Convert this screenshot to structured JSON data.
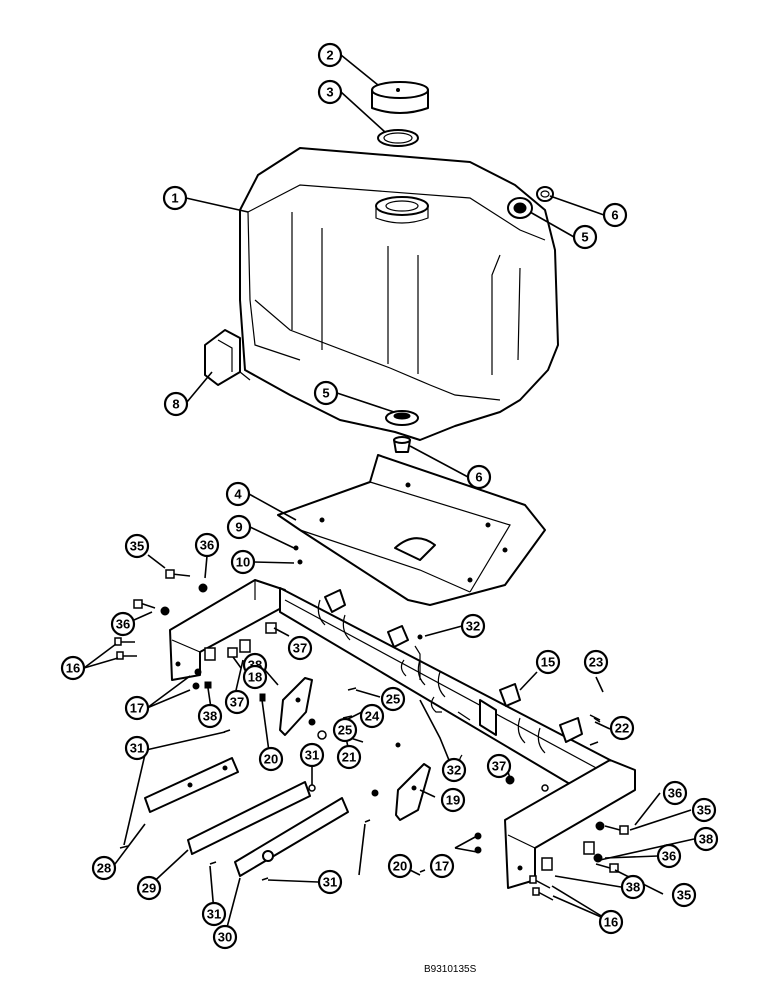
{
  "figure_id": "B9310135S",
  "callouts": [
    {
      "label": "2"
    },
    {
      "label": "3"
    },
    {
      "label": "1"
    },
    {
      "label": "6"
    },
    {
      "label": "5"
    },
    {
      "label": "8"
    },
    {
      "label": "5"
    },
    {
      "label": "6"
    },
    {
      "label": "4"
    },
    {
      "label": "9"
    },
    {
      "label": "35"
    },
    {
      "label": "36"
    },
    {
      "label": "10"
    },
    {
      "label": "36"
    },
    {
      "label": "32"
    },
    {
      "label": "37"
    },
    {
      "label": "16"
    },
    {
      "label": "38"
    },
    {
      "label": "15"
    },
    {
      "label": "23"
    },
    {
      "label": "17"
    },
    {
      "label": "18"
    },
    {
      "label": "25"
    },
    {
      "label": "37"
    },
    {
      "label": "24"
    },
    {
      "label": "22"
    },
    {
      "label": "38"
    },
    {
      "label": "25"
    },
    {
      "label": "20"
    },
    {
      "label": "31"
    },
    {
      "label": "21"
    },
    {
      "label": "32"
    },
    {
      "label": "31"
    },
    {
      "label": "37"
    },
    {
      "label": "19"
    },
    {
      "label": "36"
    },
    {
      "label": "35"
    },
    {
      "label": "38"
    },
    {
      "label": "28"
    },
    {
      "label": "36"
    },
    {
      "label": "20"
    },
    {
      "label": "17"
    },
    {
      "label": "29"
    },
    {
      "label": "31"
    },
    {
      "label": "38"
    },
    {
      "label": "35"
    },
    {
      "label": "31"
    },
    {
      "label": "16"
    },
    {
      "label": "30"
    }
  ]
}
